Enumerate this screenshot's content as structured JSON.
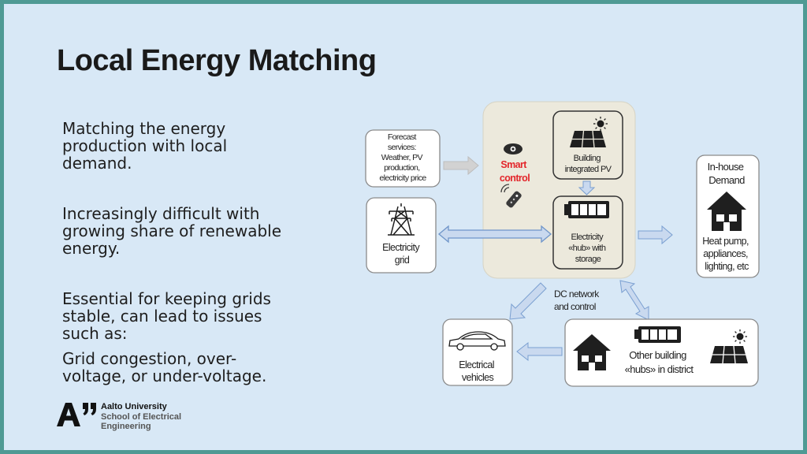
{
  "slide": {
    "title": "Local Energy Matching",
    "paragraphs": [
      [
        "Matching the energy",
        "production with local",
        "demand."
      ],
      [
        "Increasingly difficult with",
        "growing share of renewable",
        "energy."
      ],
      [
        "Essential for keeping grids",
        "stable, can lead to issues",
        "such as:"
      ],
      [
        "Grid congestion, over-",
        "voltage, or under-voltage."
      ]
    ]
  },
  "diagram": {
    "forecast": [
      "Forecast",
      "services:",
      "Weather, PV",
      "production,",
      "electricity price"
    ],
    "smart_control": [
      "Smart",
      "control"
    ],
    "building_pv": [
      "Building",
      "integrated PV"
    ],
    "in_house": [
      "In-house",
      "Demand"
    ],
    "in_house_items": [
      "Heat pump,",
      "appliances,",
      "lighting, etc"
    ],
    "electricity_grid": [
      "Electricity",
      "grid"
    ],
    "hub": [
      "Electricity",
      "«hub» with",
      "storage"
    ],
    "dc_network": [
      "DC network",
      "and control"
    ],
    "electrical_vehicles": [
      "Electrical",
      "vehicles"
    ],
    "other_hubs": [
      "Other building",
      "«hubs» in district"
    ],
    "colors": {
      "smart_red": "#e3262b",
      "hub_box": "#ece9dc",
      "arrow_fill": "#c9d9ef",
      "arrow_stroke": "#7a9fd1"
    }
  },
  "logo": {
    "mark": "A”",
    "lines": [
      "Aalto University",
      "School of Electrical",
      "Engineering"
    ]
  }
}
